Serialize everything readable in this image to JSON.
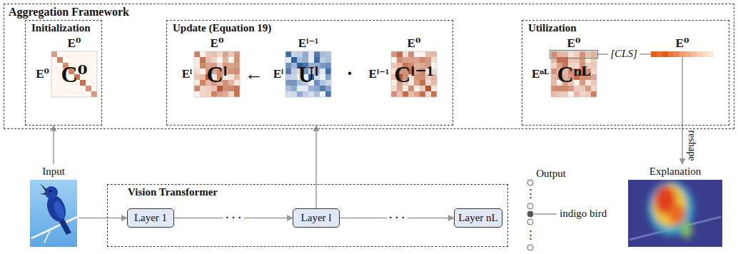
{
  "diagram": {
    "nodes": [
      {
        "text": [
          "Aggregation Framework"
        ]
      },
      {
        "text": [
          "Initialization"
        ],
        "in": 0
      },
      {
        "text": [
          "E⁰",
          "E⁰",
          "C⁰"
        ],
        "in": 1
      },
      {
        "text": [
          "Update (Equation 19)"
        ],
        "in": 0
      },
      {
        "text": [
          "E⁰",
          "Eˡ",
          "Cˡ"
        ],
        "in": 3
      },
      {
        "text": [
          "Eˡ⁻¹",
          "Eˡ",
          "Uˡ"
        ],
        "in": 3
      },
      {
        "text": [
          "E⁰",
          "Eˡ⁻¹",
          "Cˡ⁻¹"
        ],
        "in": 3
      },
      {
        "text": [
          "Utilization"
        ],
        "in": 0
      },
      {
        "text": [
          "E⁰",
          "Eⁿᴸ",
          "Cⁿᴸ"
        ],
        "in": 7
      },
      {
        "text": [
          "E⁰"
        ],
        "in": 7
      },
      {
        "text": [
          "Input"
        ]
      },
      {
        "text": [
          "Vision Transformer"
        ]
      },
      {
        "text": [
          "Layer 1"
        ],
        "in": 11
      },
      {
        "text": [
          "Layer l"
        ],
        "in": 11
      },
      {
        "text": [
          "Layer nL"
        ],
        "in": 11
      },
      {
        "text": [
          "Explanation"
        ]
      }
    ],
    "edges": [
      {
        "from": 10,
        "to": 1,
        "arrow": "to"
      },
      {
        "from": 10,
        "to": 12,
        "arrow": "to"
      },
      {
        "from": 12,
        "to": 13,
        "label": "· · ·",
        "arrow": "to"
      },
      {
        "from": 13,
        "to": 14,
        "label": "· · ·",
        "arrow": "to"
      },
      {
        "from": 13,
        "to": 3,
        "arrow": "to"
      },
      {
        "from": 8,
        "to": 9,
        "label": "[CLS]",
        "arrow": "none"
      },
      {
        "from": 9,
        "to": 15,
        "label": "reshape",
        "arrow": "to"
      }
    ],
    "labels": [
      "←",
      "·",
      "Output",
      "⋮",
      "⋮",
      "indigo bird"
    ]
  }
}
